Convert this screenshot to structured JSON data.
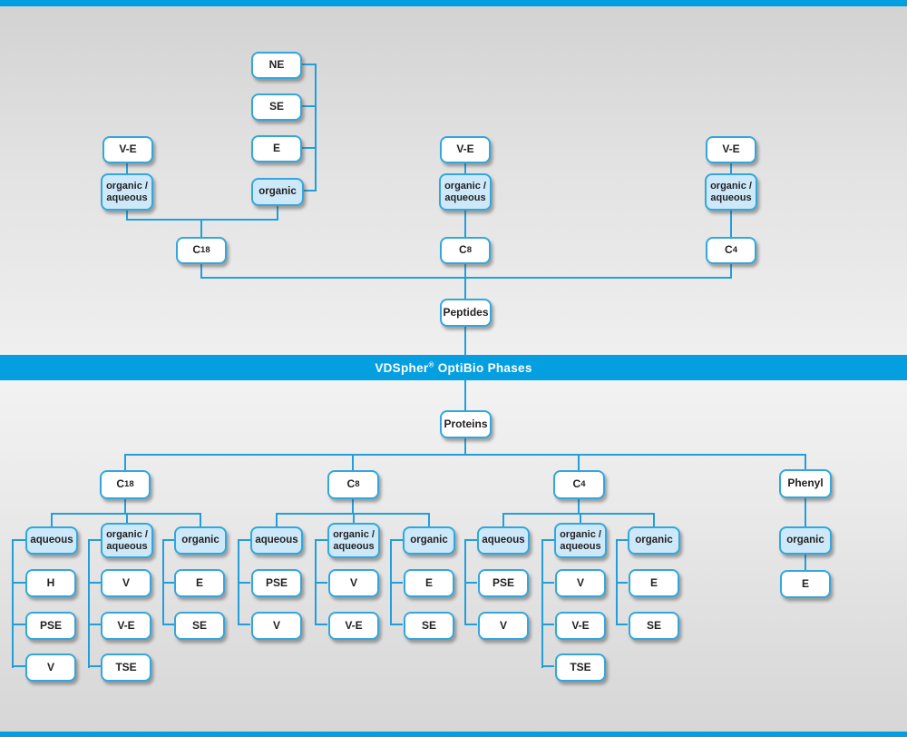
{
  "banner": {
    "title": "VDSpher® OptiBio Phases"
  },
  "colors": {
    "accent": "#049fe0",
    "line": "#229fdb",
    "border": "#33a7dc",
    "highlight": "#cde9f9",
    "node_fill": "#ffffff",
    "text": "#231f20"
  },
  "nodes": [
    {
      "id": "top-ne",
      "label": "NE",
      "style": "white",
      "kind": "modification"
    },
    {
      "id": "top-se",
      "label": "SE",
      "style": "white",
      "kind": "modification"
    },
    {
      "id": "top-e",
      "label": "E",
      "style": "white",
      "kind": "modification"
    },
    {
      "id": "top-organic",
      "label": "organic",
      "style": "blue",
      "kind": "eluent"
    },
    {
      "id": "top-c18-ve",
      "label": "V-E",
      "style": "white",
      "kind": "modification"
    },
    {
      "id": "top-c18-organic-aqueous",
      "label": "organic /\naqueous",
      "style": "blue",
      "kind": "eluent"
    },
    {
      "id": "top-c18",
      "label": "C18",
      "style": "white",
      "kind": "column",
      "chem": true
    },
    {
      "id": "top-c8-ve",
      "label": "V-E",
      "style": "white",
      "kind": "modification"
    },
    {
      "id": "top-c8-organic-aqueous",
      "label": "organic /\naqueous",
      "style": "blue",
      "kind": "eluent"
    },
    {
      "id": "top-c8",
      "label": "C8",
      "style": "white",
      "kind": "column",
      "chem": true
    },
    {
      "id": "top-c4-ve",
      "label": "V-E",
      "style": "white",
      "kind": "modification"
    },
    {
      "id": "top-c4-organic-aqueous",
      "label": "organic /\naqueous",
      "style": "blue",
      "kind": "eluent"
    },
    {
      "id": "top-c4",
      "label": "C4",
      "style": "white",
      "kind": "column",
      "chem": true
    },
    {
      "id": "peptides",
      "label": "Peptides",
      "style": "white",
      "kind": "sample"
    },
    {
      "id": "proteins",
      "label": "Proteins",
      "style": "white",
      "kind": "sample"
    },
    {
      "id": "bottom-c18",
      "label": "C18",
      "style": "white",
      "kind": "column",
      "chem": true
    },
    {
      "id": "bottom-c8",
      "label": "C8",
      "style": "white",
      "kind": "column",
      "chem": true
    },
    {
      "id": "bottom-c4",
      "label": "C4",
      "style": "white",
      "kind": "column",
      "chem": true
    },
    {
      "id": "phenyl",
      "label": "Phenyl",
      "style": "white",
      "kind": "column"
    },
    {
      "id": "c18-aqueous",
      "label": "aqueous",
      "style": "blue",
      "kind": "eluent"
    },
    {
      "id": "c18-organic-aqueous",
      "label": "organic /\naqueous",
      "style": "blue",
      "kind": "eluent"
    },
    {
      "id": "c18-organic",
      "label": "organic",
      "style": "blue",
      "kind": "eluent"
    },
    {
      "id": "c18-aq-h",
      "label": "H",
      "style": "white",
      "kind": "modification"
    },
    {
      "id": "c18-aq-pse",
      "label": "PSE",
      "style": "white",
      "kind": "modification"
    },
    {
      "id": "c18-aq-v",
      "label": "V",
      "style": "white",
      "kind": "modification"
    },
    {
      "id": "c18-oa-v",
      "label": "V",
      "style": "white",
      "kind": "modification"
    },
    {
      "id": "c18-oa-ve",
      "label": "V-E",
      "style": "white",
      "kind": "modification"
    },
    {
      "id": "c18-oa-tse",
      "label": "TSE",
      "style": "white",
      "kind": "modification"
    },
    {
      "id": "c18-org-e",
      "label": "E",
      "style": "white",
      "kind": "modification"
    },
    {
      "id": "c18-org-se",
      "label": "SE",
      "style": "white",
      "kind": "modification"
    },
    {
      "id": "c8-aqueous",
      "label": "aqueous",
      "style": "blue",
      "kind": "eluent"
    },
    {
      "id": "c8-organic-aqueous",
      "label": "organic /\naqueous",
      "style": "blue",
      "kind": "eluent"
    },
    {
      "id": "c8-organic",
      "label": "organic",
      "style": "blue",
      "kind": "eluent"
    },
    {
      "id": "c8-aq-pse",
      "label": "PSE",
      "style": "white",
      "kind": "modification"
    },
    {
      "id": "c8-aq-v",
      "label": "V",
      "style": "white",
      "kind": "modification"
    },
    {
      "id": "c8-oa-v",
      "label": "V",
      "style": "white",
      "kind": "modification"
    },
    {
      "id": "c8-oa-ve",
      "label": "V-E",
      "style": "white",
      "kind": "modification"
    },
    {
      "id": "c8-org-e",
      "label": "E",
      "style": "white",
      "kind": "modification"
    },
    {
      "id": "c8-org-se",
      "label": "SE",
      "style": "white",
      "kind": "modification"
    },
    {
      "id": "c4-aqueous",
      "label": "aqueous",
      "style": "blue",
      "kind": "eluent"
    },
    {
      "id": "c4-organic-aqueous",
      "label": "organic /\naqueous",
      "style": "blue",
      "kind": "eluent"
    },
    {
      "id": "c4-organic",
      "label": "organic",
      "style": "blue",
      "kind": "eluent"
    },
    {
      "id": "c4-aq-pse",
      "label": "PSE",
      "style": "white",
      "kind": "modification"
    },
    {
      "id": "c4-aq-v",
      "label": "V",
      "style": "white",
      "kind": "modification"
    },
    {
      "id": "c4-oa-v",
      "label": "V",
      "style": "white",
      "kind": "modification"
    },
    {
      "id": "c4-oa-ve",
      "label": "V-E",
      "style": "white",
      "kind": "modification"
    },
    {
      "id": "c4-oa-tse",
      "label": "TSE",
      "style": "white",
      "kind": "modification"
    },
    {
      "id": "c4-org-e",
      "label": "E",
      "style": "white",
      "kind": "modification"
    },
    {
      "id": "c4-org-se",
      "label": "SE",
      "style": "white",
      "kind": "modification"
    },
    {
      "id": "phenyl-organic",
      "label": "organic",
      "style": "blue",
      "kind": "eluent"
    },
    {
      "id": "phenyl-e",
      "label": "E",
      "style": "white",
      "kind": "modification"
    }
  ]
}
